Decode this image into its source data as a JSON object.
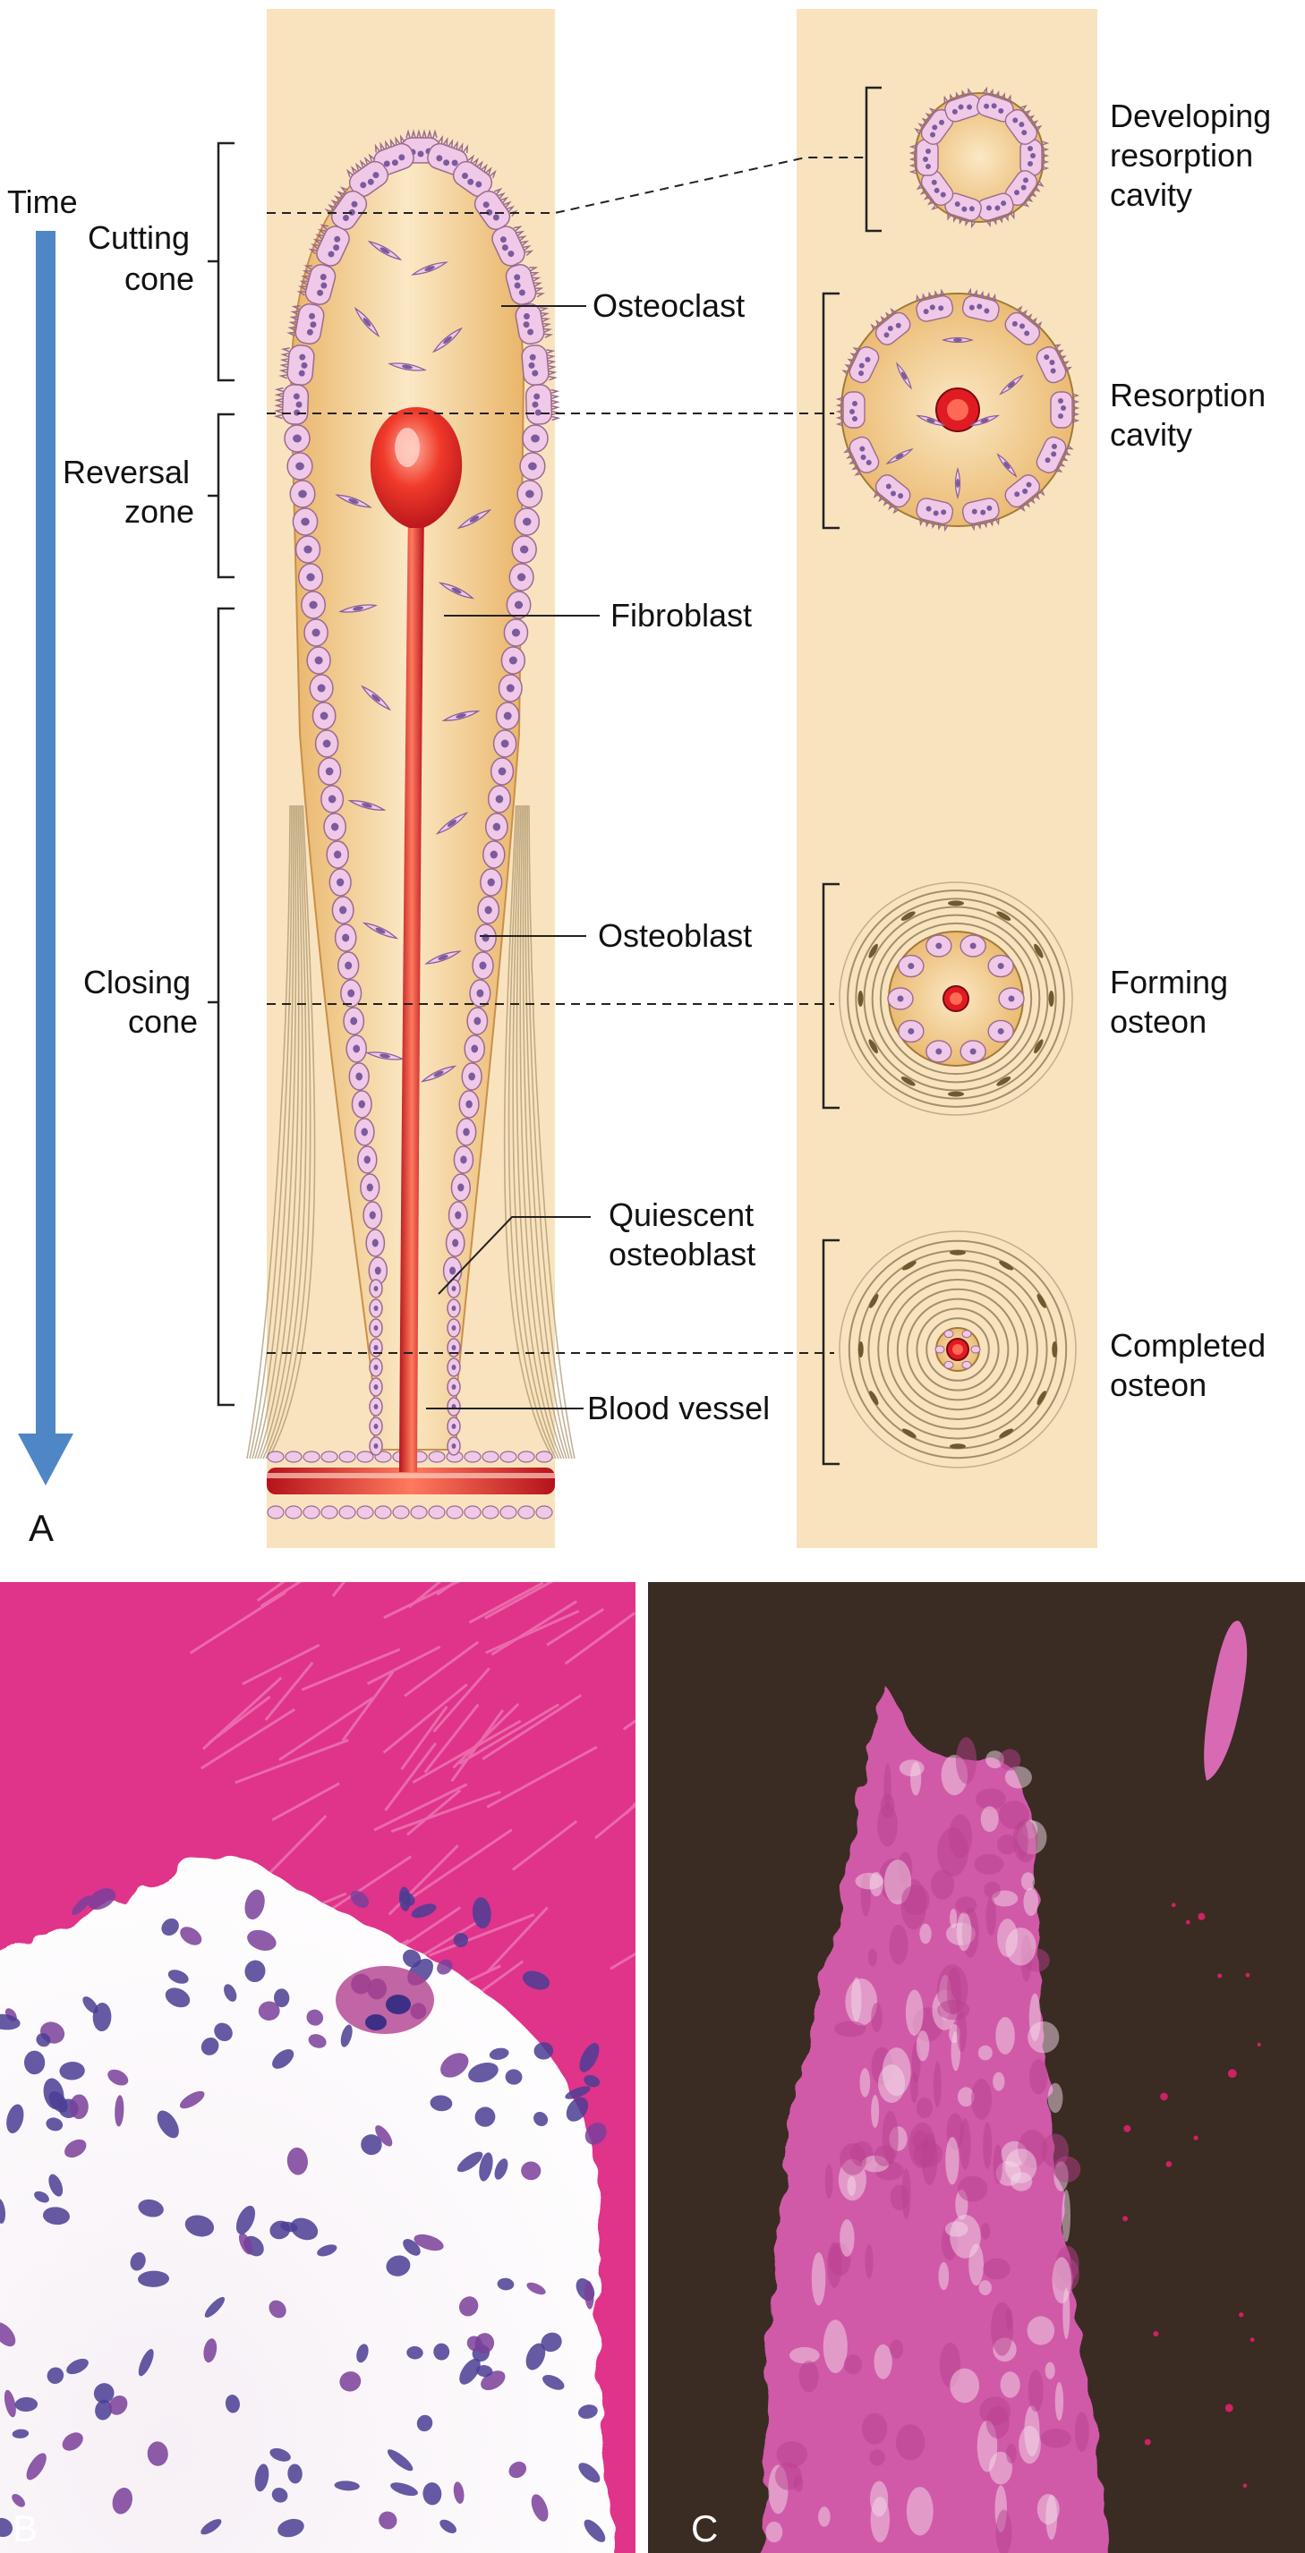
{
  "panel_a": {
    "letter": "A",
    "time_label": "Time",
    "zones": {
      "cutting_cone": [
        "Cutting",
        "cone"
      ],
      "reversal_zone": [
        "Reversal",
        "zone"
      ],
      "closing_cone": [
        "Closing",
        "cone"
      ]
    },
    "cell_labels": {
      "osteoclast": "Osteoclast",
      "fibroblast": "Fibroblast",
      "osteoblast": "Osteoblast",
      "quiescent": [
        "Quiescent",
        "osteoblast"
      ],
      "blood_vessel": "Blood vessel"
    },
    "stages": {
      "developing": [
        "Developing",
        "resorption",
        "cavity"
      ],
      "resorption": [
        "Resorption",
        "cavity"
      ],
      "forming": [
        "Forming",
        "osteon"
      ],
      "completed": [
        "Completed",
        "osteon"
      ]
    }
  },
  "panel_b": {
    "letter": "B"
  },
  "panel_c": {
    "letter": "C"
  },
  "colors": {
    "bone_panel": "#f8e3be",
    "canal_inner": "#f7dcaa",
    "osteoclast_fill": "#efc9e7",
    "cell_nucleus": "#7b5a9e",
    "vessel_red": "#e11b22",
    "time_arrow": "#4f86c6",
    "lamella": "#8a7a55",
    "he_pink": "#e0338a",
    "polarized_bg": "#3a2b23"
  }
}
